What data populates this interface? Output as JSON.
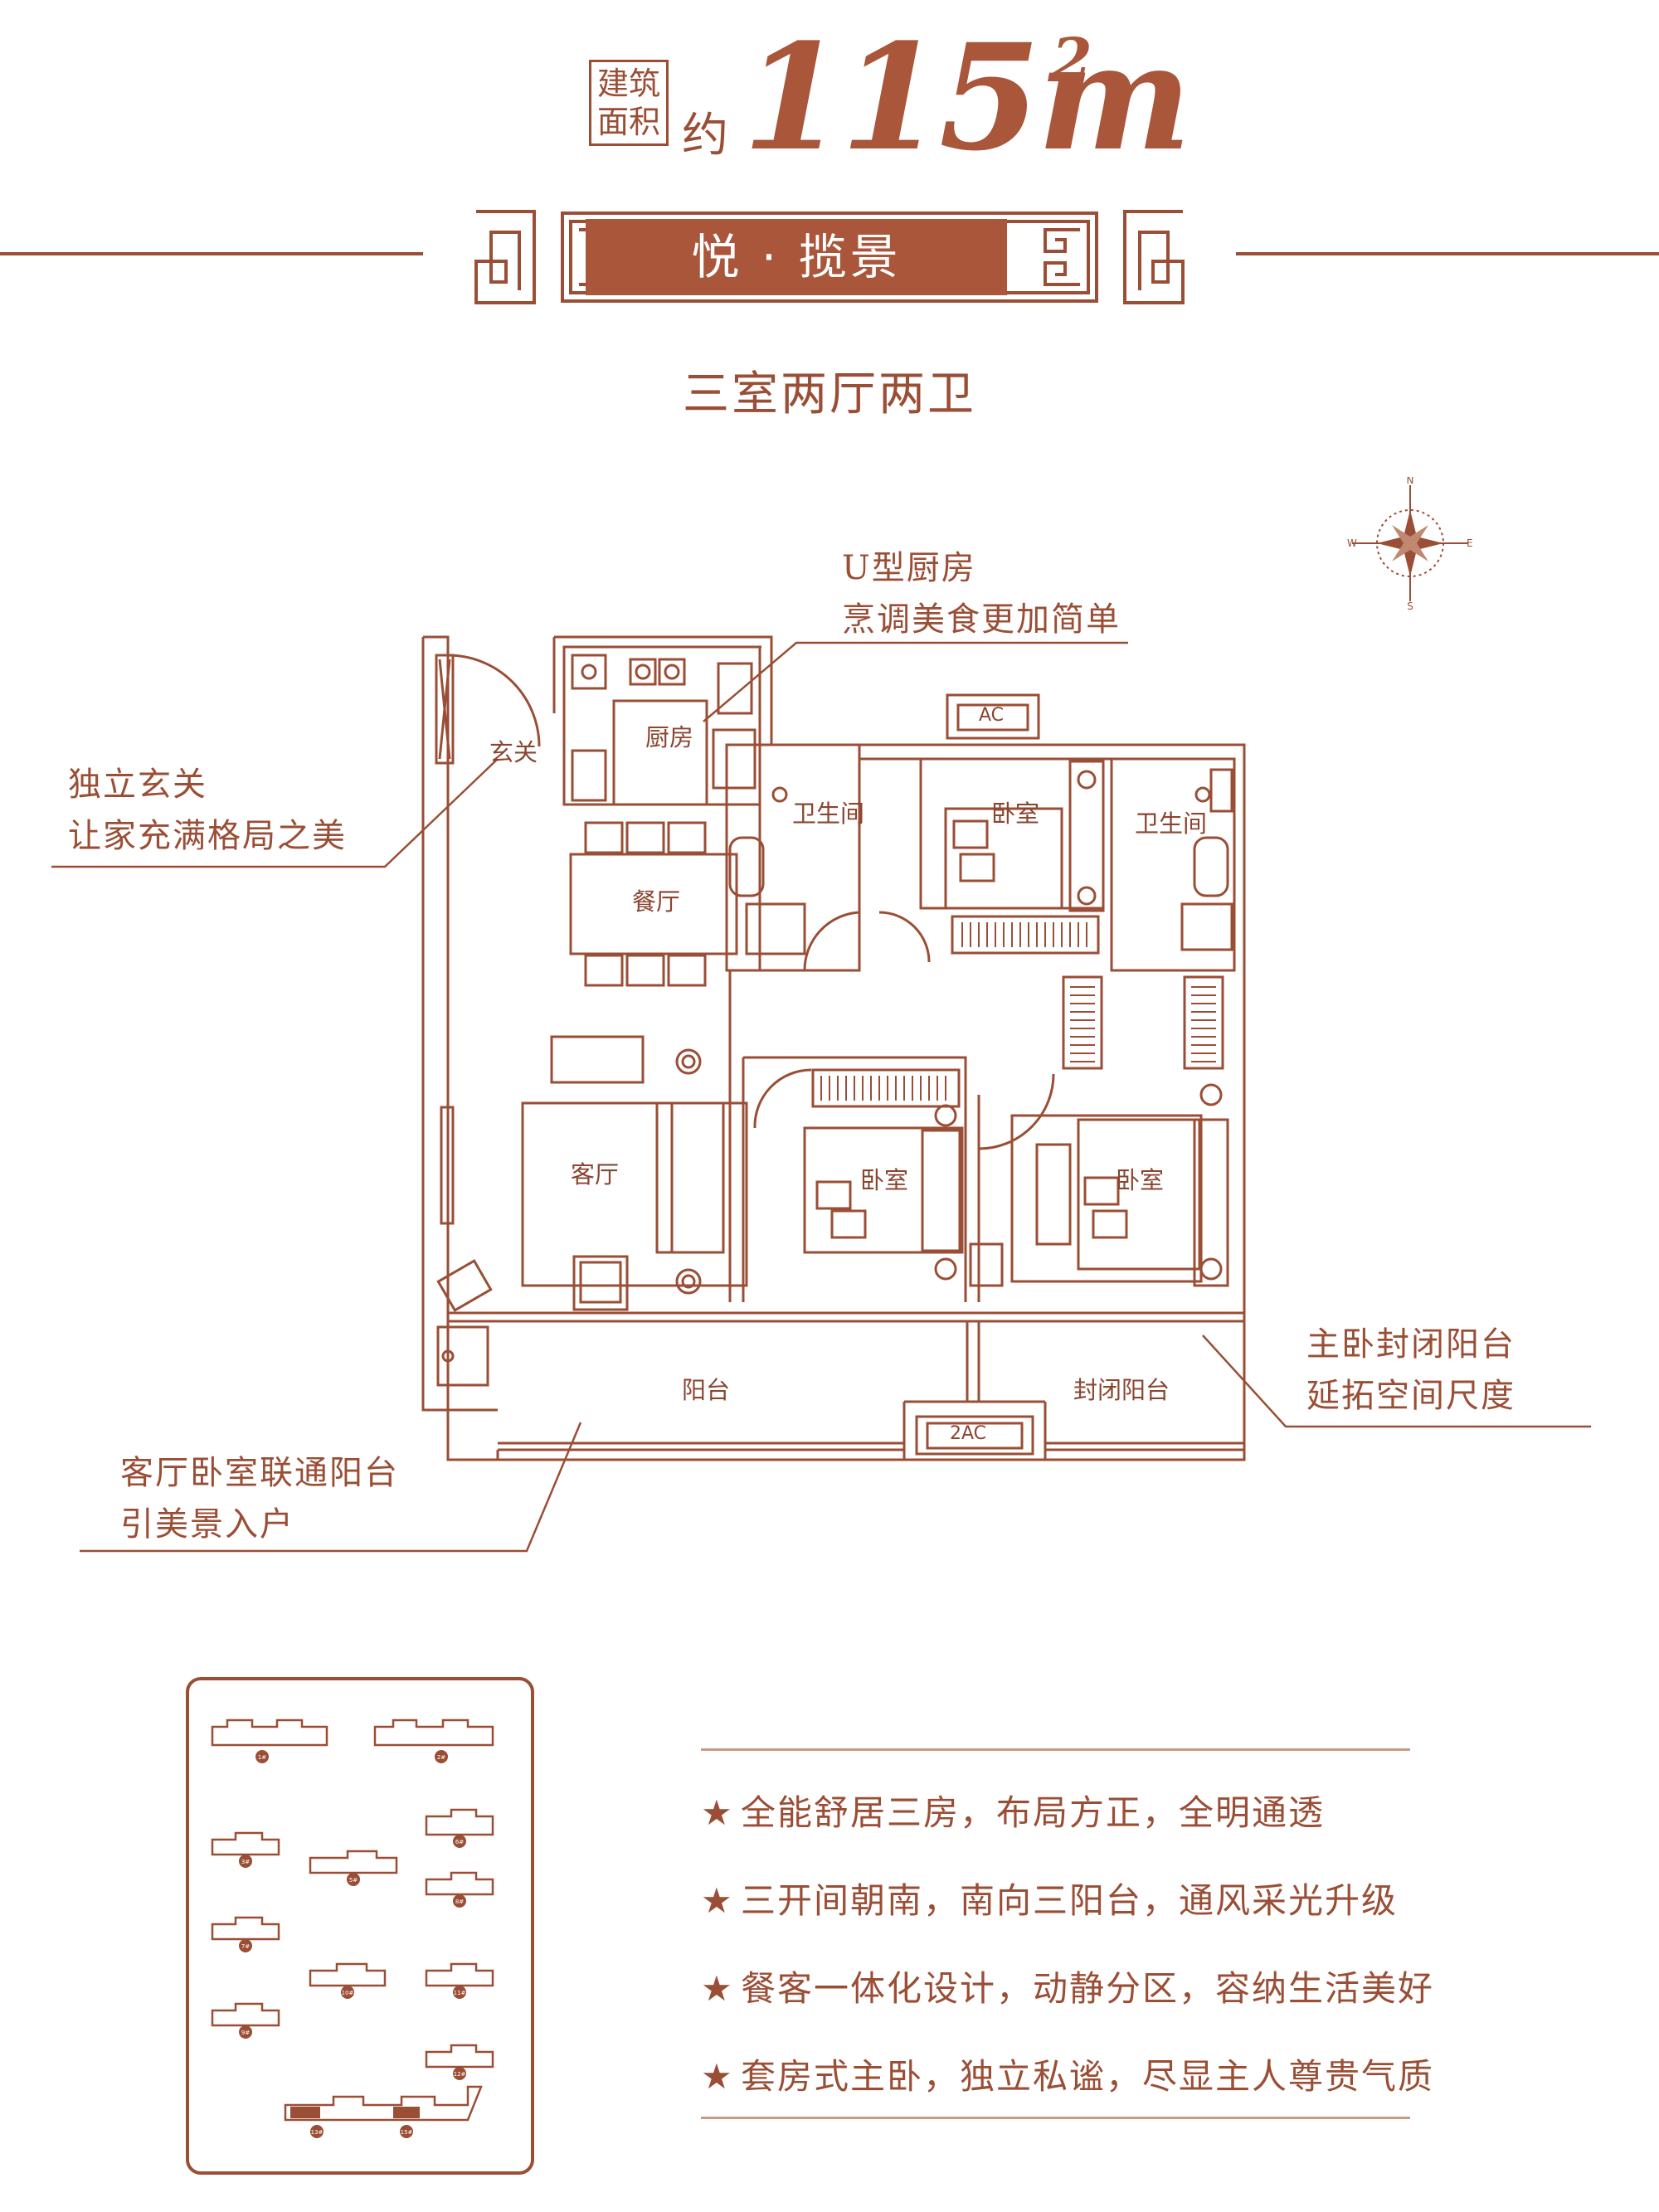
{
  "header": {
    "area_label_line1": "建筑",
    "area_label_line2": "面积",
    "approx": "约",
    "area_value": "115m",
    "area_unit_sup": "2",
    "title": "悦 · 揽景",
    "layout_type": "三室两厅两卫"
  },
  "floorplan": {
    "rooms": {
      "foyer": "玄关",
      "kitchen": "厨房",
      "dining": "餐厅",
      "bathroom_1": "卫生间",
      "bathroom_2": "卫生间",
      "bedroom_master": "卧室",
      "bedroom_2": "卧室",
      "bedroom_3": "卧室",
      "living": "客厅",
      "balcony": "阳台",
      "closed_balcony": "封闭阳台"
    },
    "ac_top": "AC",
    "ac_bottom": "2AC",
    "compass": {
      "n": "N",
      "s": "S",
      "w": "W",
      "e": "E"
    }
  },
  "callouts": {
    "kitchen_line1": "U型厨房",
    "kitchen_line2": "烹调美食更加简单",
    "foyer_line1": "独立玄关",
    "foyer_line2": "让家充满格局之美",
    "balcony_line1": "主卧封闭阳台",
    "balcony_line2": "延拓空间尺度",
    "living_line1": "客厅卧室联通阳台",
    "living_line2": "引美景入户"
  },
  "site_plan": {
    "buildings": [
      "1#",
      "2#",
      "3#",
      "5#",
      "6#",
      "7#",
      "8#",
      "9#",
      "10#",
      "11#",
      "12#",
      "13#",
      "15#"
    ]
  },
  "features": [
    {
      "star": "★",
      "text": "全能舒居三房，布局方正，全明通透"
    },
    {
      "star": "★",
      "text": "三开间朝南，南向三阳台，通风采光升级"
    },
    {
      "star": "★",
      "text": "餐客一体化设计，动静分区，容纳生活美好"
    },
    {
      "star": "★",
      "text": "套房式主卧，独立私谧，尽显主人尊贵气质"
    }
  ],
  "colors": {
    "accent": "#a9563a",
    "line": "#9a4e35"
  }
}
